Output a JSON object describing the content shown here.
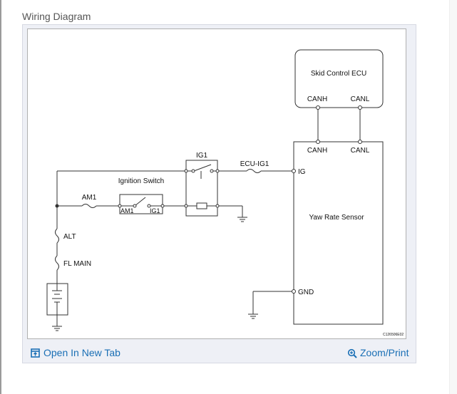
{
  "page": {
    "heading": "Wiring Diagram"
  },
  "diagram": {
    "skid_ecu": {
      "title": "Skid Control ECU",
      "pin_canh": "CANH",
      "pin_canl": "CANL"
    },
    "sensor": {
      "title": "Yaw Rate Sensor",
      "pin_canh": "CANH",
      "pin_canl": "CANL",
      "pin_ig": "IG",
      "pin_gnd": "GND"
    },
    "relay_label": "IG1",
    "fuse_ecu_ig1": "ECU-IG1",
    "ignition_switch": {
      "title": "Ignition Switch",
      "pin_am1": "AM1",
      "pin_ig1": "IG1"
    },
    "fuse_am1": "AM1",
    "fusible_alt": "ALT",
    "fusible_fl_main": "FL MAIN",
    "figure_code": "C126506E02"
  },
  "footer": {
    "open_new_tab": "Open In New Tab",
    "zoom_print": "Zoom/Print",
    "accent_color": "#1a6fb5"
  }
}
